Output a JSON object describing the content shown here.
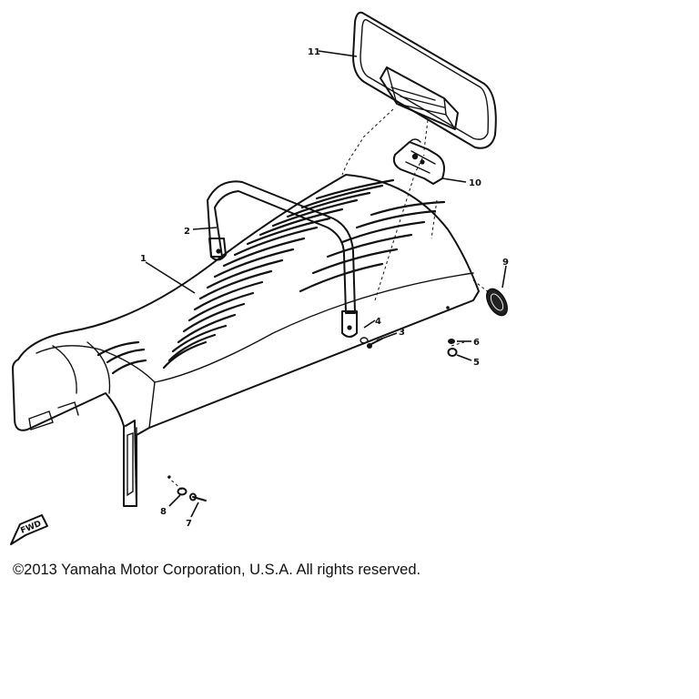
{
  "diagram": {
    "callouts": [
      {
        "id": "1",
        "label": "1"
      },
      {
        "id": "2",
        "label": "2"
      },
      {
        "id": "3",
        "label": "3"
      },
      {
        "id": "4",
        "label": "4"
      },
      {
        "id": "5",
        "label": "5"
      },
      {
        "id": "6",
        "label": "6"
      },
      {
        "id": "7",
        "label": "7"
      },
      {
        "id": "8",
        "label": "8"
      },
      {
        "id": "9",
        "label": "9"
      },
      {
        "id": "10",
        "label": "10"
      },
      {
        "id": "11",
        "label": "11"
      }
    ],
    "fwd_marker": "FWD"
  },
  "footer": {
    "copyright": "©2013 Yamaha Motor Corporation, U.S.A. All rights reserved."
  }
}
